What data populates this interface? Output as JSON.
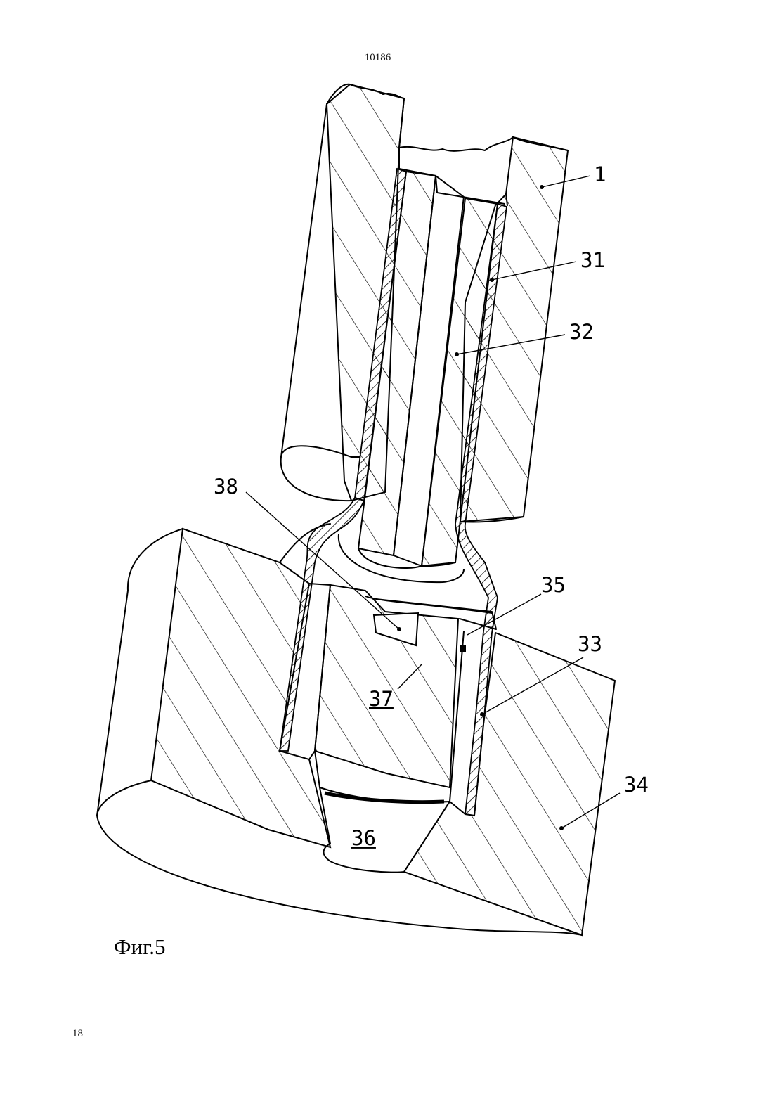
{
  "header": {
    "doc_number": "10186"
  },
  "footer": {
    "page_number": "18"
  },
  "figure": {
    "caption": "Фиг.5",
    "labels": {
      "l1": "1",
      "l31": "31",
      "l32": "32",
      "l33": "33",
      "l34": "34",
      "l35": "35",
      "l36": "36",
      "l37": "37",
      "l38": "38"
    }
  }
}
